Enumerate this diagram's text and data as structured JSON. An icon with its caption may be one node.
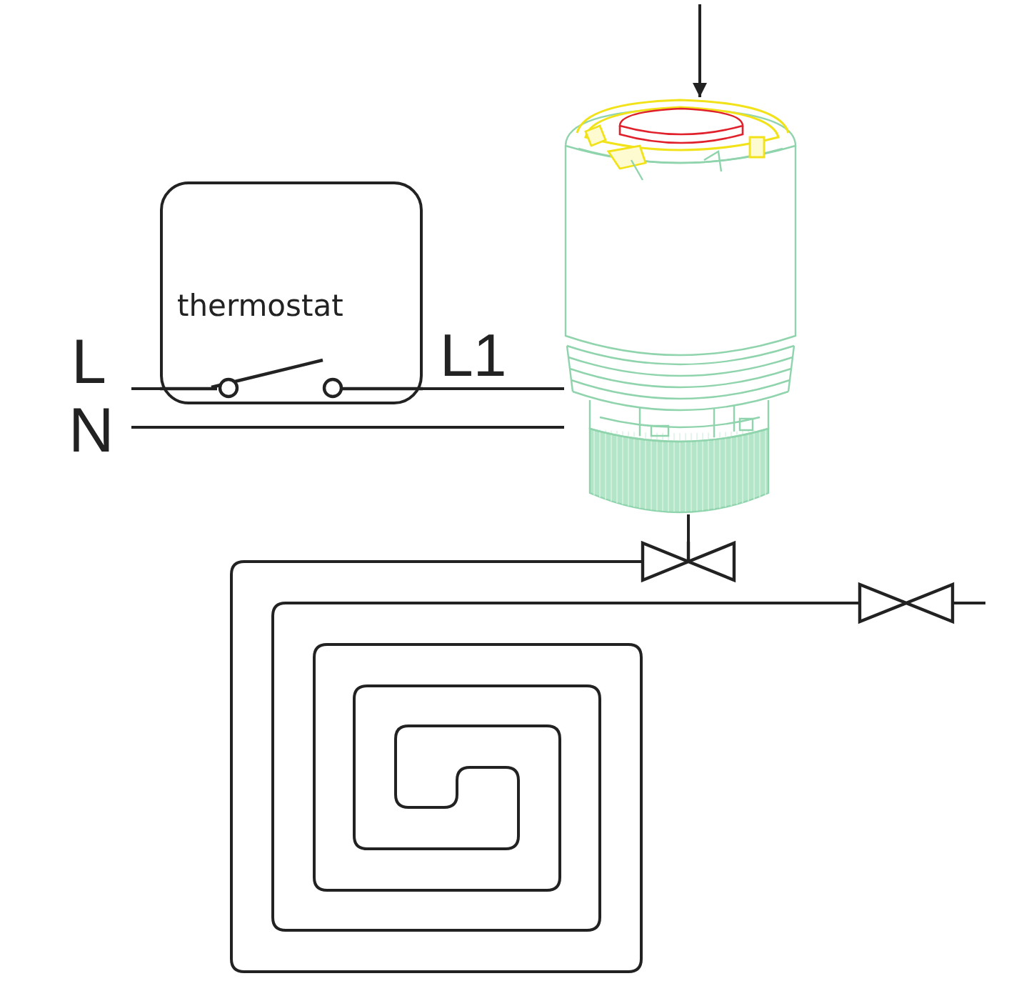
{
  "diagram": {
    "nodes": [
      {
        "text": [
          "thermostat"
        ]
      },
      {
        "text": [],
        "shape": "picture"
      },
      {
        "text": [],
        "shape": "valve"
      },
      {
        "text": [],
        "shape": "valve"
      }
    ],
    "edges": [
      {
        "from": null,
        "to": 0,
        "arrow": "none"
      },
      {
        "from": 0,
        "to": 1,
        "arrow": "none",
        "label": "L1"
      },
      {
        "from": null,
        "to": 1,
        "arrow": "none"
      },
      {
        "from": null,
        "to": 1,
        "arrow": "to"
      },
      {
        "from": 1,
        "to": 2,
        "arrow": "none"
      },
      {
        "from": 2,
        "to": 3,
        "arrow": "none"
      },
      {
        "from": 3,
        "to": null,
        "arrow": "none"
      }
    ],
    "labels": [
      "L",
      "N"
    ]
  }
}
